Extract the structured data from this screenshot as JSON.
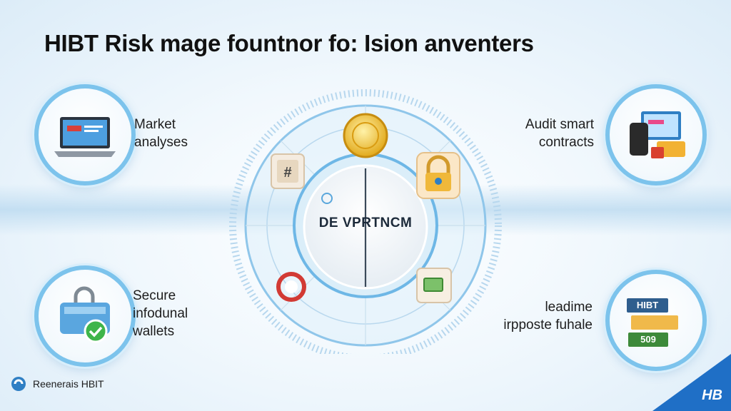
{
  "title": "HIBT Risk mage fountnor fo: Ision anventers",
  "center": {
    "label": "DE VPRTNCM"
  },
  "features": {
    "top_left": {
      "line1": "Market",
      "line2": "analyses",
      "icon": "laptop-icon"
    },
    "top_right": {
      "line1": "Audit smart",
      "line2": "contracts",
      "icon": "devices-icon"
    },
    "bottom_left": {
      "line1": "Secure",
      "line2": "infodunal",
      "line3": "wallets",
      "icon": "wallet-lock-icon"
    },
    "bottom_right": {
      "line1": "leadime",
      "line2": "irpposte fuhale",
      "icon": "cards-icon"
    }
  },
  "cards": {
    "hibt": "HIBT",
    "amount": "509"
  },
  "footer": {
    "brand": "Reenerais HBIT",
    "corner": "HB"
  },
  "colors": {
    "ring": "#7cc3ec",
    "accent": "#1f6fc6",
    "coin": "#f2c230"
  }
}
